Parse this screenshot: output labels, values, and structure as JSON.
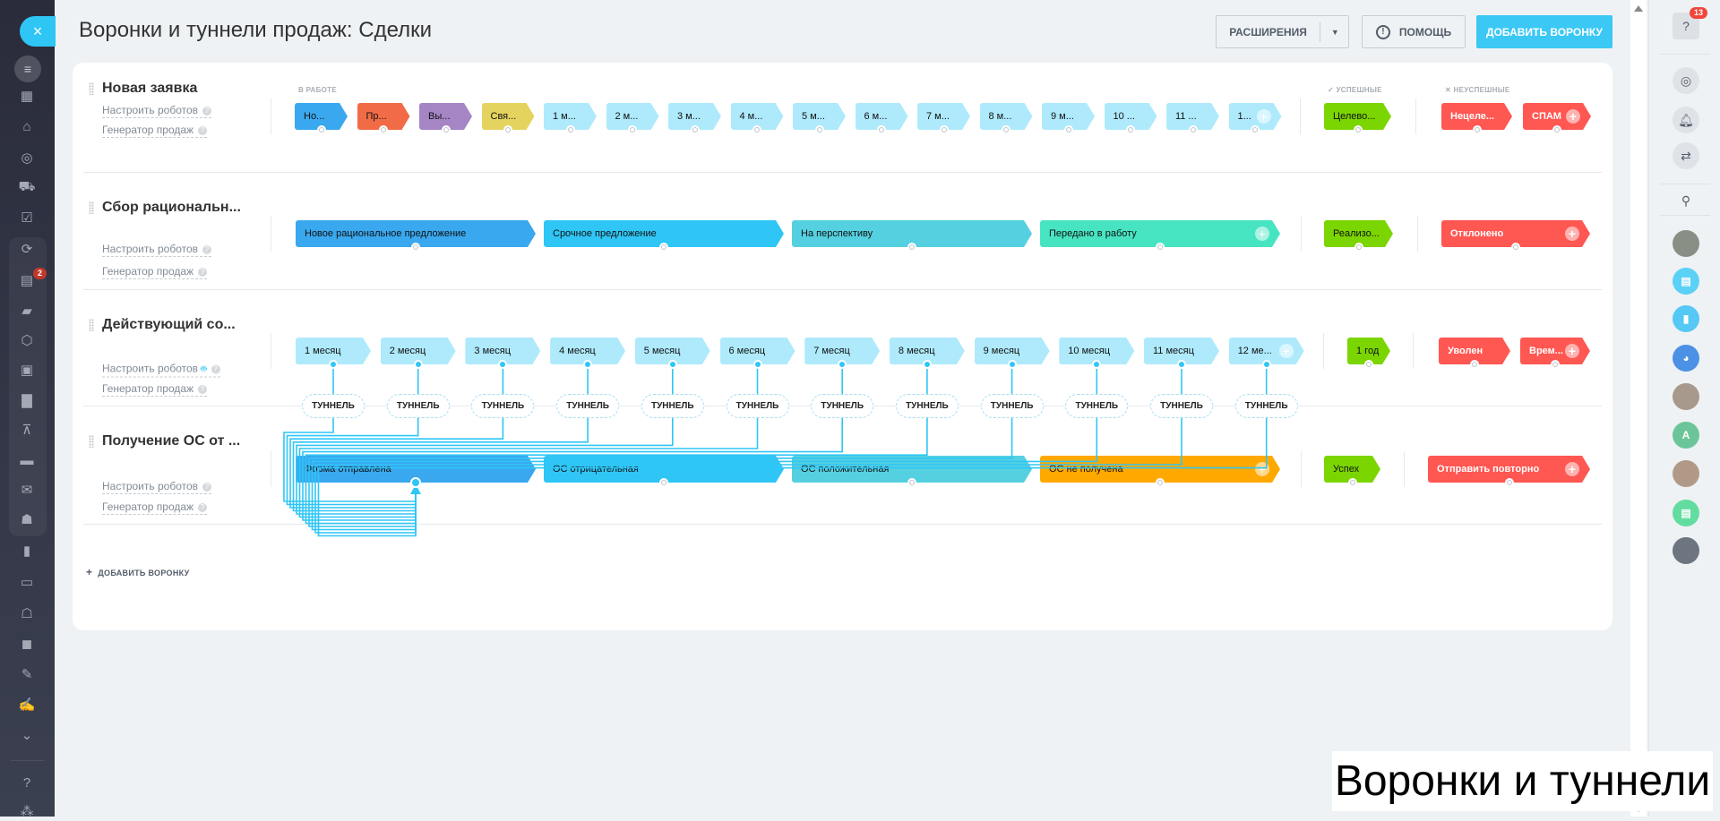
{
  "page_title": "Воронки и туннели продаж: Сделки",
  "toolbar": {
    "extensions_label": "РАСШИРЕНИЯ",
    "help_label": "ПОМОЩЬ",
    "add_funnel_label": "ДОБАВИТЬ ВОРОНКУ"
  },
  "group_labels": {
    "in_progress": "В РАБОТЕ",
    "success": "УСПЕШНЫЕ",
    "failure": "НЕУСПЕШНЫЕ"
  },
  "links": {
    "robots": "Настроить роботов",
    "generator": "Генератор продаж"
  },
  "tunnel_label": "ТУННЕЛЬ",
  "add_funnel_link": "ДОБАВИТЬ ВОРОНКУ",
  "leftbar": {
    "close_icon": "×",
    "chat_badge": "2"
  },
  "rightbar": {
    "help_badge": "13",
    "avatar_letter": "A"
  },
  "overlay_caption": "Воронки и туннели",
  "funnels": [
    {
      "title": "Новая заявка",
      "in_progress": [
        {
          "label": "Но...",
          "color": "#39a8ef"
        },
        {
          "label": "Пр...",
          "color": "#f26b47"
        },
        {
          "label": "Вы...",
          "color": "#a585c4"
        },
        {
          "label": "Свя...",
          "color": "#e5d35f"
        },
        {
          "label": "1 м...",
          "color": "#aeeafc"
        },
        {
          "label": "2 м...",
          "color": "#aeeafc"
        },
        {
          "label": "3 м...",
          "color": "#aeeafc"
        },
        {
          "label": "4 м...",
          "color": "#aeeafc"
        },
        {
          "label": "5 м...",
          "color": "#aeeafc"
        },
        {
          "label": "6 м...",
          "color": "#aeeafc"
        },
        {
          "label": "7 м...",
          "color": "#aeeafc"
        },
        {
          "label": "8 м...",
          "color": "#aeeafc"
        },
        {
          "label": "9 м...",
          "color": "#aeeafc"
        },
        {
          "label": "10 ...",
          "color": "#aeeafc"
        },
        {
          "label": "11 ...",
          "color": "#aeeafc"
        },
        {
          "label": "1...",
          "color": "#aeeafc"
        }
      ],
      "success": [
        {
          "label": "Целево...",
          "color": "#7bd500"
        }
      ],
      "failure": [
        {
          "label": "Нецеле...",
          "color": "#ff5752"
        },
        {
          "label": "СПАМ",
          "color": "#ff5752"
        }
      ]
    },
    {
      "title": "Сбор рациональн...",
      "in_progress": [
        {
          "label": "Новое рациональное предложение",
          "color": "#39a8ef"
        },
        {
          "label": "Срочное предложение",
          "color": "#2fc6f6"
        },
        {
          "label": "На перспективу",
          "color": "#55d0e0"
        },
        {
          "label": "Передано в работу",
          "color": "#47e4c2"
        }
      ],
      "success": [
        {
          "label": "Реализо...",
          "color": "#7bd500"
        }
      ],
      "failure": [
        {
          "label": "Отклонено",
          "color": "#ff5752"
        }
      ]
    },
    {
      "title": "Действующий со...",
      "in_progress": [
        {
          "label": "1 месяц",
          "color": "#aeeafc"
        },
        {
          "label": "2 месяц",
          "color": "#aeeafc"
        },
        {
          "label": "3 месяц",
          "color": "#aeeafc"
        },
        {
          "label": "4 месяц",
          "color": "#aeeafc"
        },
        {
          "label": "5 месяц",
          "color": "#aeeafc"
        },
        {
          "label": "6 месяц",
          "color": "#aeeafc"
        },
        {
          "label": "7 месяц",
          "color": "#aeeafc"
        },
        {
          "label": "8 месяц",
          "color": "#aeeafc"
        },
        {
          "label": "9 месяц",
          "color": "#aeeafc"
        },
        {
          "label": "10 месяц",
          "color": "#aeeafc"
        },
        {
          "label": "11 месяц",
          "color": "#aeeafc"
        },
        {
          "label": "12 ме...",
          "color": "#aeeafc"
        }
      ],
      "success": [
        {
          "label": "1 год",
          "color": "#7bd500"
        }
      ],
      "failure": [
        {
          "label": "Уволен",
          "color": "#ff5752"
        },
        {
          "label": "Врем...",
          "color": "#ff5752"
        }
      ]
    },
    {
      "title": "Получение ОС от ...",
      "in_progress": [
        {
          "label": "Форма отправлена",
          "color": "#39a8ef"
        },
        {
          "label": "ОС отрицательная",
          "color": "#2fc6f6"
        },
        {
          "label": "ОС положительная",
          "color": "#55d0e0"
        },
        {
          "label": "ОС не получена",
          "color": "#ffa900"
        }
      ],
      "success": [
        {
          "label": "Успех",
          "color": "#7bd500"
        }
      ],
      "failure": [
        {
          "label": "Отправить повторно",
          "color": "#ff5752"
        }
      ]
    }
  ],
  "colors": {
    "accent": "#2fc6f6",
    "tunnel_line": "#2fc6f6"
  }
}
